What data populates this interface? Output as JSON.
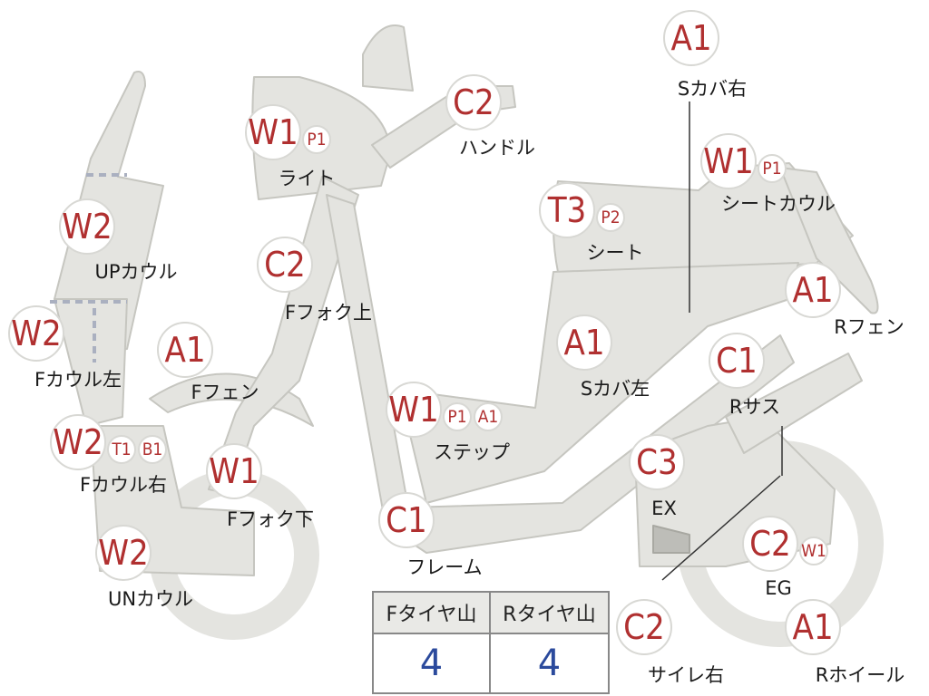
{
  "labels": {
    "s_cover_right": "Sカバ右",
    "handle": "ハンドル",
    "light": "ライト",
    "seat_cowl": "シートカウル",
    "seat": "シート",
    "up_cowl": "UPカウル",
    "f_fork_upper": "Fフォク上",
    "r_fender": "Rフェン",
    "f_cowl_left": "Fカウル左",
    "f_fender": "Fフェン",
    "s_cover_left": "Sカバ左",
    "r_suspension": "Rサス",
    "step": "ステップ",
    "f_cowl_right": "Fカウル右",
    "f_fork_lower": "Fフォク下",
    "exhaust": "EX",
    "frame": "フレーム",
    "engine": "EG",
    "under_cowl": "UNカウル",
    "silencer_right": "サイレ右",
    "r_wheel": "Rホイール"
  },
  "codes": {
    "s_cover_right": [
      "A1"
    ],
    "handle": [
      "C2"
    ],
    "light": [
      "W1",
      "P1"
    ],
    "seat_cowl": [
      "W1",
      "P1"
    ],
    "seat": [
      "T3",
      "P2"
    ],
    "up_cowl": [
      "W2"
    ],
    "f_fork_upper": [
      "C2"
    ],
    "r_fender": [
      "A1"
    ],
    "f_cowl_left": [
      "W2"
    ],
    "f_fender": [
      "A1"
    ],
    "s_cover_left": [
      "A1"
    ],
    "r_suspension": [
      "C1"
    ],
    "step": [
      "W1",
      "P1",
      "A1"
    ],
    "f_cowl_right": [
      "W2",
      "T1",
      "B1"
    ],
    "f_fork_lower": [
      "W1"
    ],
    "exhaust": [
      "C3"
    ],
    "frame": [
      "C1"
    ],
    "engine": [
      "C2",
      "W1"
    ],
    "under_cowl": [
      "W2"
    ],
    "silencer_right": [
      "C2"
    ],
    "r_wheel": [
      "A1"
    ]
  },
  "tire_table": {
    "headers": [
      "Fタイヤ山",
      "Rタイヤ山"
    ],
    "values": [
      "4",
      "4"
    ]
  }
}
